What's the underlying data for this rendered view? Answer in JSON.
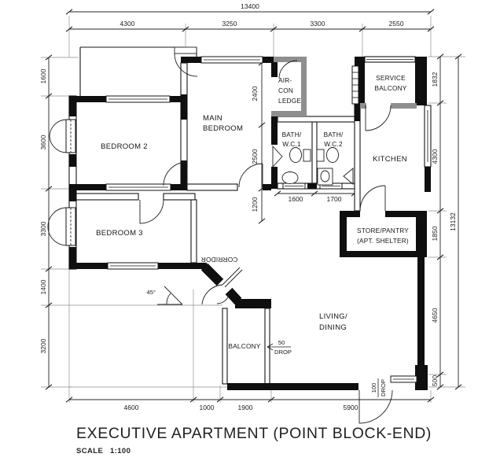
{
  "title": {
    "text": "EXECUTIVE APARTMENT (POINT BLOCK-END)",
    "scale_label": "SCALE",
    "scale_value": "1:100"
  },
  "rooms": {
    "bedroom2": "BEDROOM 2",
    "bedroom3": "BEDROOM 3",
    "main_bedroom_l1": "MAIN",
    "main_bedroom_l2": "BEDROOM",
    "aircon_l1": "AIR-",
    "aircon_l2": "CON",
    "aircon_l3": "LEDGE",
    "bath1_l1": "BATH/",
    "bath1_l2": "W.C.1",
    "bath2_l1": "BATH/",
    "bath2_l2": "W.C.2",
    "service_balcony_l1": "SERVICE",
    "service_balcony_l2": "BALCONY",
    "kitchen": "KITCHEN",
    "store_l1": "STORE/PANTRY",
    "store_l2": "(APT. SHELTER)",
    "living_l1": "LIVING/",
    "living_l2": "DINING",
    "balcony": "BALCONY",
    "corridor": "CORRIDOR"
  },
  "dims": {
    "top_total": "13400",
    "top": [
      "4300",
      "3250",
      "3300",
      "2550"
    ],
    "left": [
      "1600",
      "3600",
      "3300",
      "1400",
      "3200"
    ],
    "right": [
      "1832",
      "4300",
      "1850",
      "4650",
      "500"
    ],
    "right_total": "13132",
    "bottom": [
      "4600",
      "1000",
      "1900",
      "5900"
    ],
    "main_bedroom": [
      "2400",
      "2500",
      "1200"
    ],
    "bath": [
      "1600",
      "1700"
    ]
  },
  "annotations": {
    "angle": "45°",
    "drop50_value": "50",
    "drop50_label": "DROP",
    "drop100_value": "100",
    "drop100_label": "DROP"
  }
}
